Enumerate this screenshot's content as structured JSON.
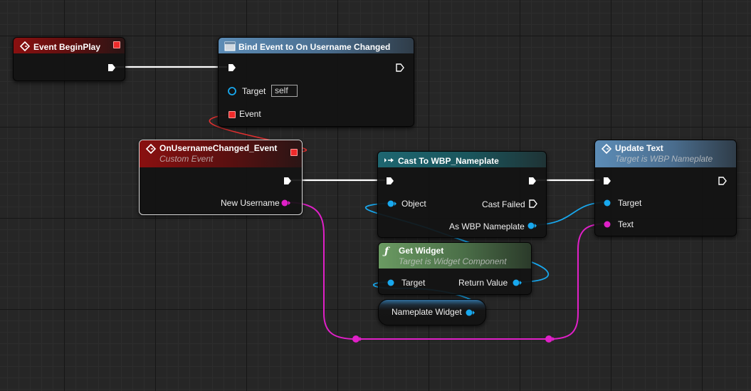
{
  "nodes": {
    "begin_play": {
      "title": "Event BeginPlay"
    },
    "bind_event": {
      "title": "Bind Event to On Username Changed",
      "target_label": "Target",
      "target_value": "self",
      "event_label": "Event"
    },
    "custom_event": {
      "title": "OnUsernameChanged_Event",
      "subtitle": "Custom Event",
      "param_label": "New Username"
    },
    "cast": {
      "title": "Cast To WBP_Nameplate",
      "object_label": "Object",
      "cast_failed_label": "Cast Failed",
      "as_label": "As WBP Nameplate"
    },
    "update_text": {
      "title": "Update Text",
      "subtitle": "Target is WBP Nameplate",
      "target_label": "Target",
      "text_label": "Text"
    },
    "get_widget": {
      "title": "Get Widget",
      "subtitle": "Target is Widget Component",
      "target_label": "Target",
      "return_label": "Return Value"
    },
    "nameplate_var": {
      "label": "Nameplate Widget"
    }
  },
  "colors": {
    "exec_wire": "#ffffff",
    "delegate_wire": "#e03030",
    "string_wire": "#e020c8",
    "object_wire": "#18a8ee",
    "event_header": "#8a1010",
    "function_header": "#5c8cb6",
    "cast_header": "#1e6670",
    "pure_header": "#6a9a62"
  }
}
